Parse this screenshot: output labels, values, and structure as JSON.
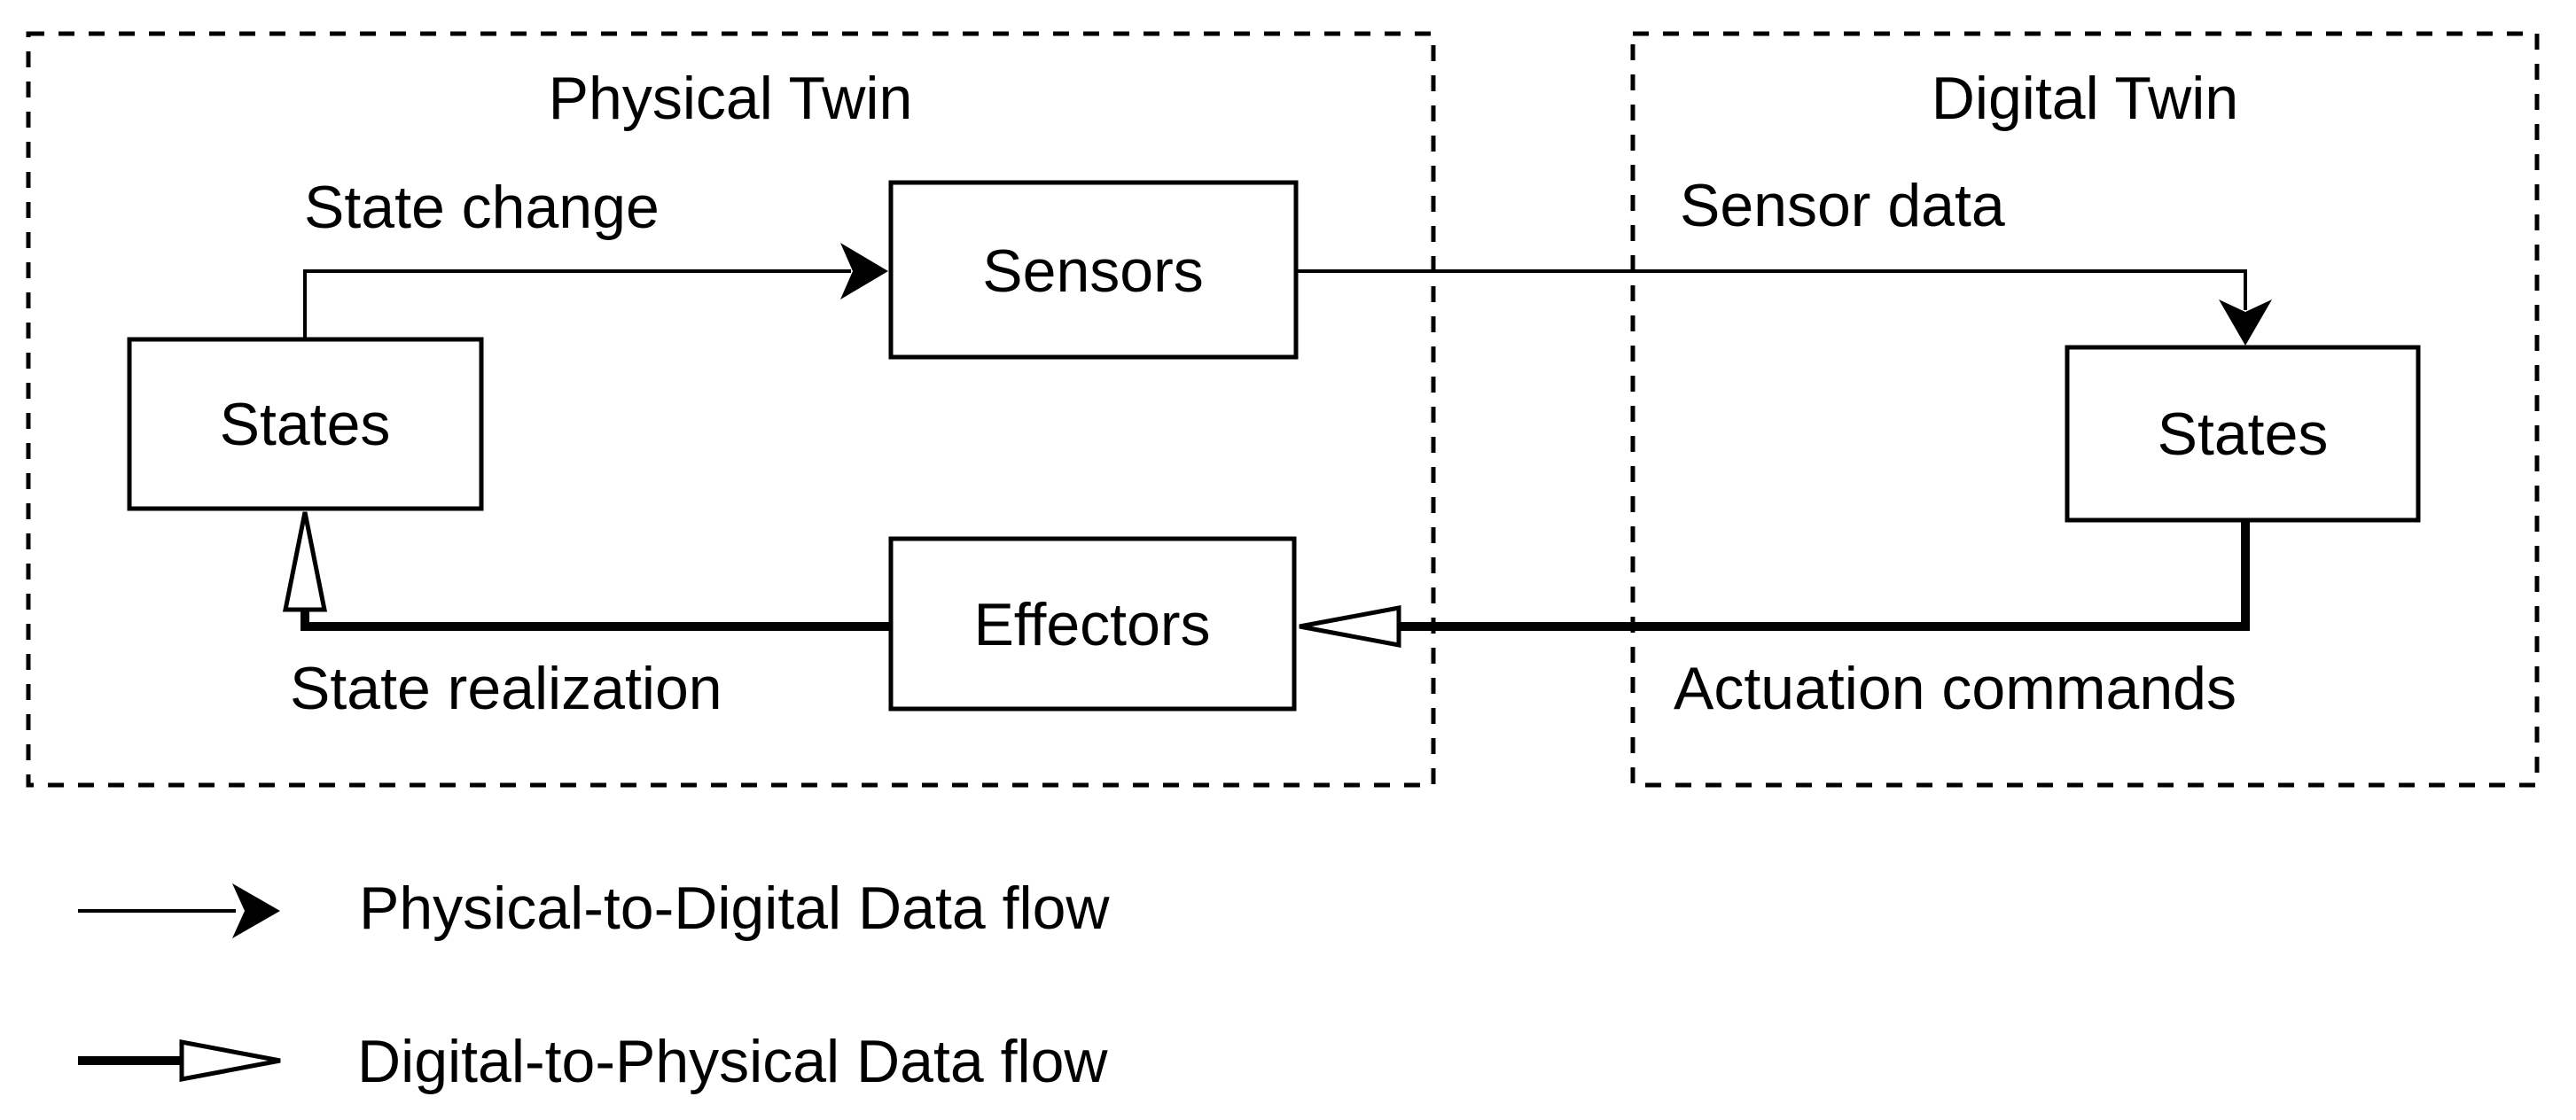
{
  "diagram": {
    "physical_twin": {
      "title": "Physical Twin"
    },
    "digital_twin": {
      "title": "Digital Twin"
    },
    "nodes": {
      "sensors": "Sensors",
      "states_physical": "States",
      "effectors": "Effectors",
      "states_digital": "States"
    },
    "edges": {
      "state_change": "State change",
      "sensor_data": "Sensor data",
      "actuation_commands": "Actuation commands",
      "state_realization": "State realization"
    }
  },
  "legend": {
    "physical_to_digital": "Physical-to-Digital Data flow",
    "digital_to_physical": "Digital-to-Physical Data flow"
  },
  "colors": {
    "line": "#000000",
    "background": "#ffffff"
  }
}
